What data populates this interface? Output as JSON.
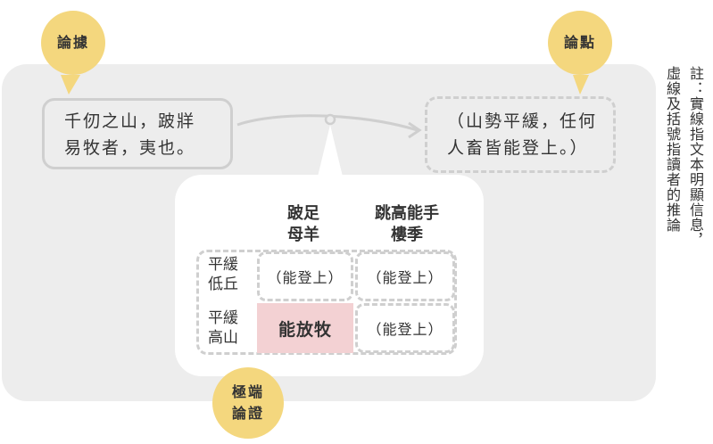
{
  "bubbles": {
    "evidence": "論據",
    "claim": "論點",
    "extreme_line1": "極端",
    "extreme_line2": "論證"
  },
  "evidence_box": {
    "line1": "千仞之山，跛牂",
    "line2": "易牧者，夷也。"
  },
  "claim_box": {
    "line1": "（山勢平緩，任何",
    "line2": "人畜皆能登上。）"
  },
  "table": {
    "col_headers": [
      {
        "line1": "跛足",
        "line2": "母羊"
      },
      {
        "line1": "跳高能手",
        "line2": "樓季"
      }
    ],
    "row_headers": [
      {
        "line1": "平緩",
        "line2": "低丘"
      },
      {
        "line1": "平緩",
        "line2": "高山"
      }
    ],
    "cells": {
      "r1c1": "（能登上）",
      "r1c2": "（能登上）",
      "r2c1": "能放牧",
      "r2c2": "（能登上）"
    }
  },
  "note": {
    "col1": "註：實線指文本明顯信息，",
    "col2": "虛線及括號指讀者的推論"
  },
  "colors": {
    "bubble": "#f4d77e",
    "panel": "#ededed",
    "border": "#cfcfcf",
    "highlight": "#f3d1d3",
    "arrow": "#7bb5a4"
  }
}
